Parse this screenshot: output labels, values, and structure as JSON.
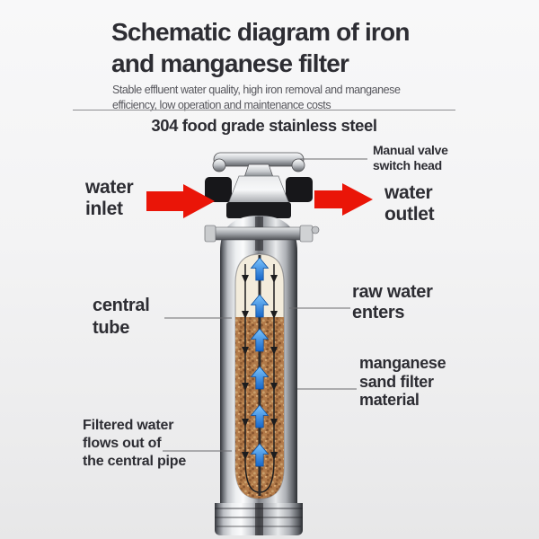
{
  "header": {
    "title_lines": [
      "Schematic diagram of iron",
      "and manganese filter"
    ],
    "subtitle_lines": [
      "Stable effluent water quality, high iron removal and manganese",
      "efficiency, low operation and maintenance costs"
    ],
    "banner": "304 food grade stainless steel"
  },
  "labels": {
    "manual_valve": {
      "lines": [
        "Manual valve",
        "switch head"
      ]
    },
    "water_inlet": {
      "lines": [
        "water",
        "inlet"
      ]
    },
    "water_outlet": {
      "lines": [
        "water",
        "outlet"
      ]
    },
    "central_tube": {
      "lines": [
        "central",
        "tube"
      ]
    },
    "raw_water": {
      "lines": [
        "raw water",
        "enters"
      ]
    },
    "manganese_sand": {
      "lines": [
        "manganese",
        "sand filter",
        "material"
      ]
    },
    "filtered_water": {
      "lines": [
        "Filtered water",
        "flows out of",
        "the central pipe"
      ]
    }
  },
  "colors": {
    "heading_text": "#2d2d33",
    "subtitle_text": "#56565c",
    "arrow_red": "#ea1508",
    "flow_blue": "#2e86e0",
    "sand_brown": "#b27a49",
    "steel_light": "#f2f3f5",
    "steel_dark": "#3f4146",
    "background": "#f2f2f3"
  }
}
